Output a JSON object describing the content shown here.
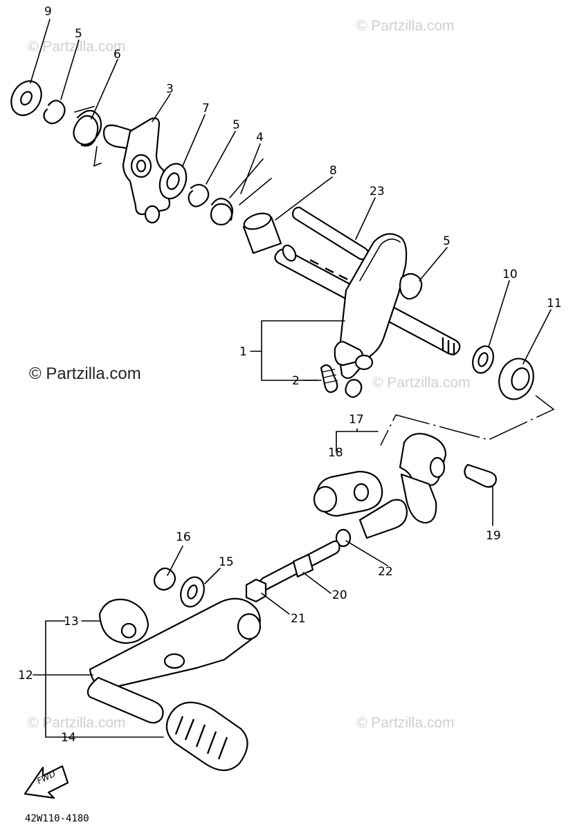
{
  "watermarks": {
    "top_left": "© Partzilla.com",
    "top_right": "© Partzilla.com",
    "middle_left": "© Partzilla.com",
    "middle_right": "© Partzilla.com",
    "bottom_left": "© Partzilla.com",
    "bottom_right": "© Partzilla.com"
  },
  "callouts": {
    "p1": "1",
    "p2": "2",
    "p3": "3",
    "p4": "4",
    "p5a": "5",
    "p5b": "5",
    "p5c": "5",
    "p6": "6",
    "p7": "7",
    "p8": "8",
    "p9": "9",
    "p10": "10",
    "p11": "11",
    "p12": "12",
    "p13": "13",
    "p14": "14",
    "p15": "15",
    "p16": "16",
    "p17": "17",
    "p18": "18",
    "p19": "19",
    "p20": "20",
    "p21": "21",
    "p22": "22",
    "p23": "23"
  },
  "direction_label": "FWD",
  "diagram_code": "42W110-4180"
}
